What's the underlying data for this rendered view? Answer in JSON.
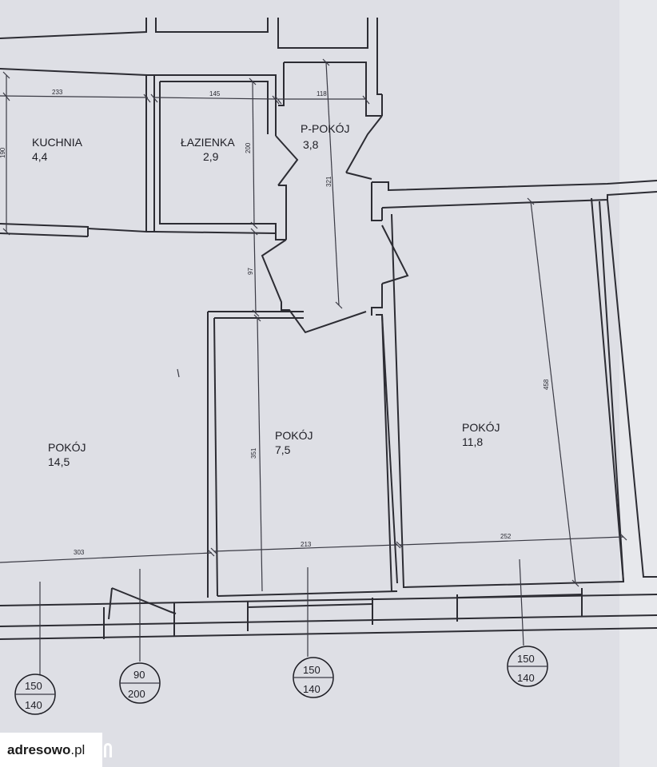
{
  "rooms": [
    {
      "id": "kuchnia",
      "name": "KUCHNIA",
      "area": "4,4"
    },
    {
      "id": "lazienka",
      "name": "ŁAZIENKA",
      "area": "2,9"
    },
    {
      "id": "p-pokoj",
      "name": "P-POKÓJ",
      "area": "3,8"
    },
    {
      "id": "pokoj-large",
      "name": "POKÓJ",
      "area": "14,5"
    },
    {
      "id": "pokoj-middle",
      "name": "POKÓJ",
      "area": "7,5"
    },
    {
      "id": "pokoj-right",
      "name": "POKÓJ",
      "area": "11,8"
    }
  ],
  "dimensions": {
    "kuchnia_width": "233",
    "lazienka_width": "145",
    "p_pokoj_width": "118",
    "kuchnia_height": "190",
    "lazienka_height": "200",
    "p_pokoj_height": "321",
    "corridor_gap": "97",
    "middle_room_height": "351",
    "right_room_height": "458",
    "large_room_width": "303",
    "middle_room_width": "213",
    "right_room_width": "252"
  },
  "windows": [
    {
      "id": "win-1",
      "top": "150",
      "bottom": "140"
    },
    {
      "id": "door-balcony",
      "top": "90",
      "bottom": "200"
    },
    {
      "id": "win-2",
      "top": "150",
      "bottom": "140"
    },
    {
      "id": "win-3",
      "top": "150",
      "bottom": "140"
    }
  ],
  "watermark": {
    "brand": "adresowo",
    "suffix": ".pl"
  }
}
